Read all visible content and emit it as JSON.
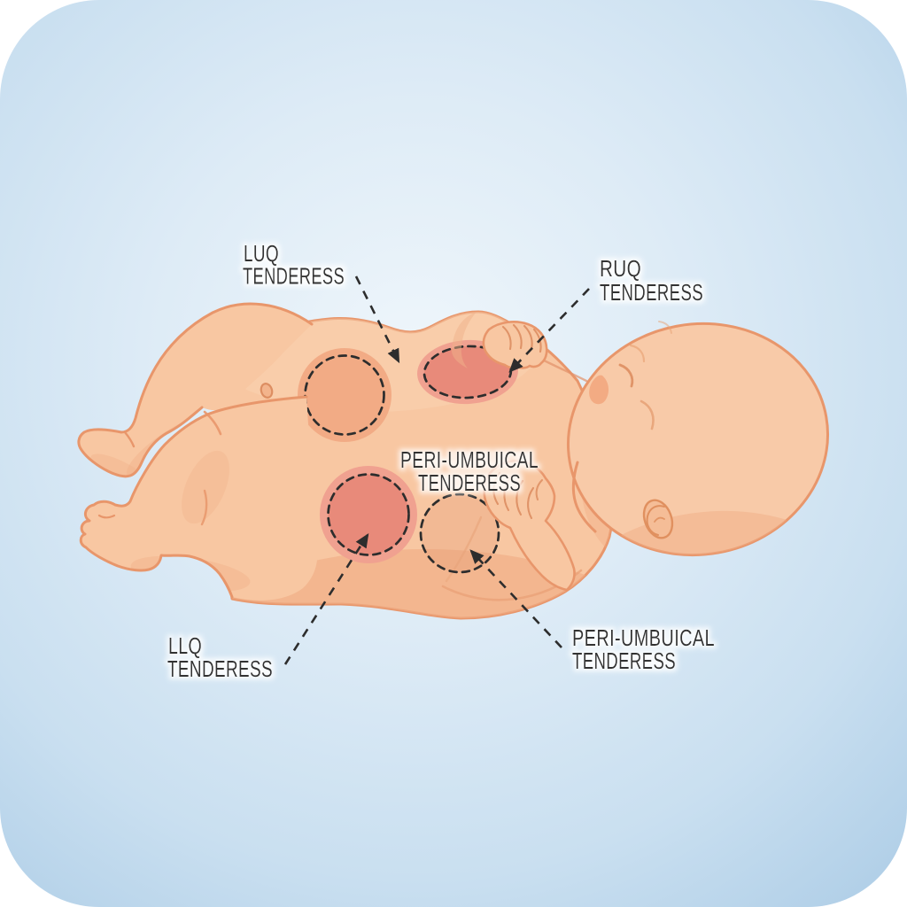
{
  "figure": {
    "kind": "medical-illustration",
    "subject": "infant lying supine with abdominal tenderness regions marked by dashed circles and arrows"
  },
  "theme": {
    "page_bg": "#ffffff",
    "panel_center": "#f1f7fc",
    "panel_edge": "#c3dbee",
    "skin": "#f8c7a2",
    "skin_shadow": "#f0ae86",
    "skin_outline": "#e8966b",
    "spot_red_outer": "#f0a190",
    "spot_red_inner": "#e88a7a",
    "spot_orange": "#f2ab85",
    "annotation_ink": "#2d2d2d",
    "label_color": "#333333"
  },
  "labels": {
    "luq": {
      "line1": "LUQ",
      "line2": "TENDERESS"
    },
    "ruq": {
      "line1": "RUQ",
      "line2": "TENDERESS"
    },
    "peri_center": {
      "line1": "PERI-UMBUICAL",
      "line2": "TENDERESS"
    },
    "llq": {
      "line1": "LLQ",
      "line2": "TENDERESS"
    },
    "peri_lower": {
      "line1": "PERI-UMBUICAL",
      "line2": "TENDERESS"
    }
  }
}
